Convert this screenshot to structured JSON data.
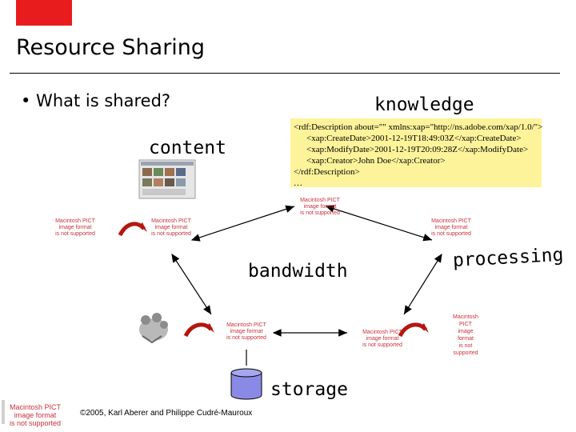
{
  "slide": {
    "title": "Resource Sharing",
    "bullet": "• What is shared?",
    "copyright": "©2005, Karl Aberer and Philippe Cudré-Mauroux"
  },
  "labels": {
    "knowledge": "knowledge",
    "content": "content",
    "bandwidth": "bandwidth",
    "processing": "processing",
    "storage": "storage"
  },
  "rdf_snippet": {
    "lines": [
      "<rdf:Description about=\"\" xmlns:xap=\"http://ns.adobe.com/xap/1.0/\">",
      "<xap:CreateDate>2001-12-19T18:49:03Z</xap:CreateDate>",
      "<xap:ModifyDate>2001-12-19T20:09:28Z</xap:ModifyDate>",
      "<xap:Creator>John Doe</xap:Creator>",
      "</rdf:Description>",
      "…"
    ]
  },
  "placeholder": {
    "text": "Macintosh PICT\nimage format\nis not supported"
  },
  "colors": {
    "accent_red": "#e81c1c",
    "highlight_yellow": "#fdf39a",
    "arrow_fill": "#b5160f",
    "storage_fill": "#8a8ae6"
  }
}
